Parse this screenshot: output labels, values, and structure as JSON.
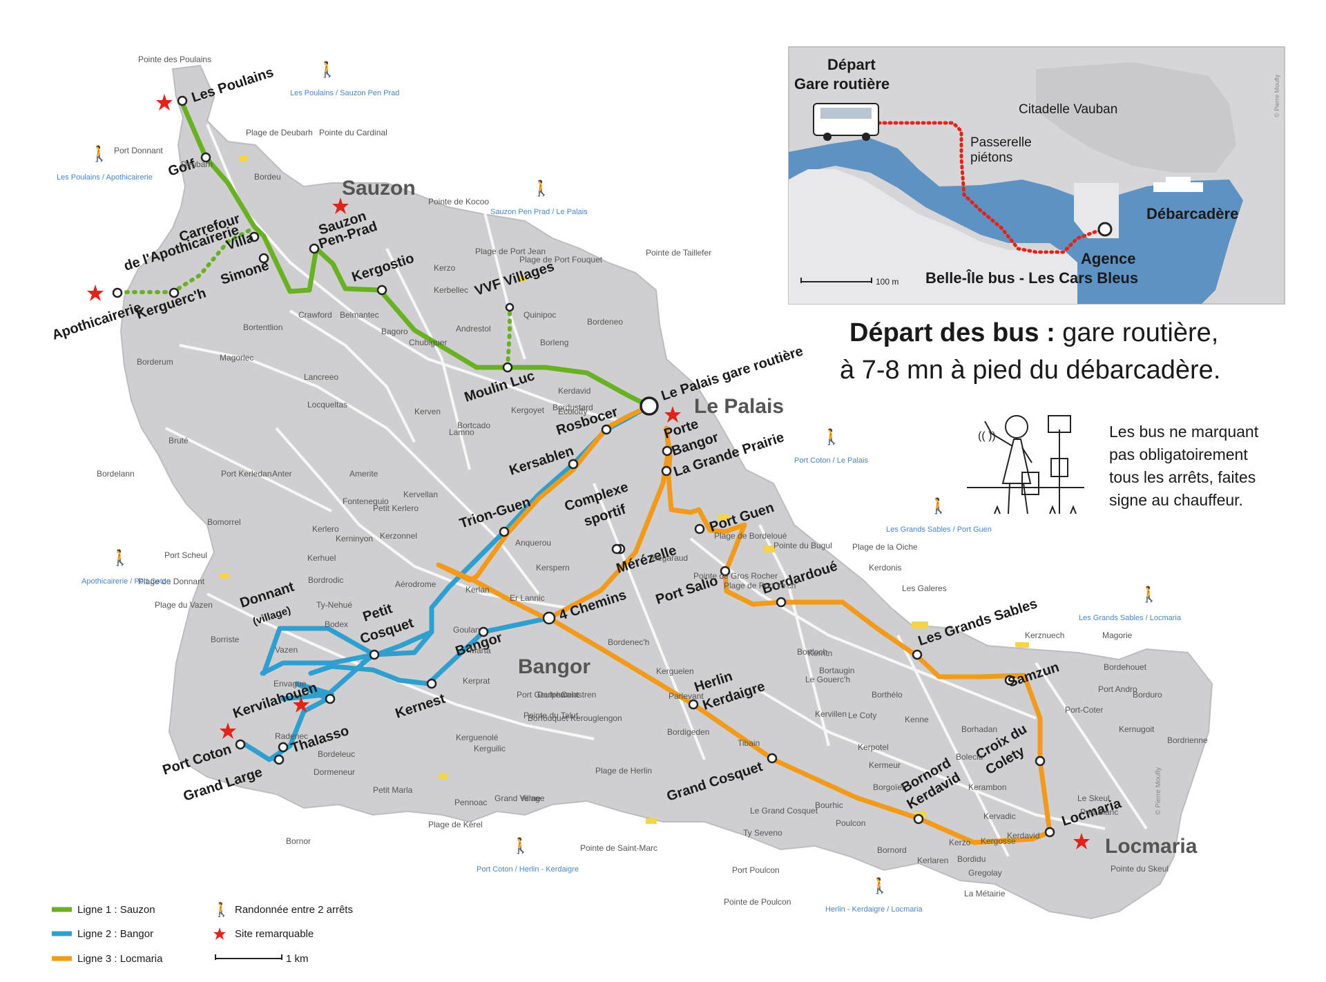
{
  "colors": {
    "line1": "#6ab023",
    "line2": "#2f9fcf",
    "line3": "#f29a1c",
    "land": "#cfcfd1",
    "road": "#ffffff",
    "beach": "#f5d547",
    "star": "#e2231a",
    "hike": "#4a86c5",
    "inset_water": "#5d92c2"
  },
  "towns": {
    "sauzon": "Sauzon",
    "le_palais": "Le Palais",
    "bangor": "Bangor",
    "locmaria": "Locmaria"
  },
  "line1_stops": {
    "les_poulains": "Les Poulains",
    "golf": "Golf",
    "carrefour": "Carrefour",
    "apothicairerie_de": "de l'Apothicairerie",
    "villa": "Villa",
    "simone": "Simone",
    "apothicairerie": "Apothicairerie",
    "kerguerch": "Kerguerc'h",
    "sauzon_stop": "Sauzon",
    "pen_prad": "Pen-Prad",
    "kergostio": "Kergostio",
    "vvf": "VVF Villages",
    "moulin_luc": "Moulin Luc",
    "gare_routiere": "Le Palais gare routière"
  },
  "line2_stops": {
    "rosbocer": "Rosbocer",
    "kersablen": "Kersablen",
    "trion_guen": "Trion-Guen",
    "petit": "Petit",
    "cosquet": "Cosquet",
    "bangor_stop": "Bangor",
    "kernest": "Kernest",
    "donnant": "Donnant",
    "village": "(village)",
    "kervilahouen": "Kervilahouen",
    "thalasso": "Thalasso",
    "port_coton": "Port Coton",
    "grand_large": "Grand Large"
  },
  "line3_stops": {
    "porte": "Porte",
    "bangor3": "Bangor",
    "grande_prairie": "La Grande Prairie",
    "complexe": "Complexe",
    "sportif": "sportif",
    "port_guen": "Port Guen",
    "merezelle": "Mérézelle",
    "port_salio": "Port Salio",
    "bordardoue": "Bordardoué",
    "quatre_chemins": "4 Chemins",
    "grands_sables": "Les Grands Sables",
    "samzun": "Samzun",
    "herlin": "Herlin",
    "kerdaigre": "Kerdaigre",
    "croix_du": "Croix du",
    "colety": "Colety",
    "grand_cosquet": "Grand Cosquet",
    "bornord": "Bornord",
    "kerdavid": "Kerdavid",
    "locmaria_stop": "Locmaria"
  },
  "places": [
    "Pointe des Poulains",
    "Port Donnant",
    "Deubarh",
    "Plage de Deubarh",
    "Pointe du Cardinal",
    "Pointe de Kocoo",
    "Plage de Port Jean",
    "Plage de Port Fouquet",
    "Pointe de Taillefer",
    "Bordeu",
    "Kerzo",
    "Kerbellec",
    "Quinipoc",
    "Bordeneo",
    "Borleng",
    "Andrestol",
    "Bortentlion",
    "Magorlec",
    "Borderum",
    "Crawford",
    "Belmantec",
    "Bagoro",
    "Chubiguer",
    "Lancreeo",
    "Locqueltas",
    "Kerven",
    "Lamno",
    "Bortcado",
    "Kerdavid",
    "Kergoyet",
    "Bordustard",
    "Ecoloffy",
    "Bruté",
    "Bordelann",
    "Port Kerledan",
    "Bomorrel",
    "Anter",
    "Amerite",
    "Fonteneguio",
    "Kervellan",
    "Petit Kerlero",
    "Kerzonnel",
    "Kerninyon",
    "Kerlero",
    "Kerhuel",
    "Bordrodic",
    "Aérodrome",
    "Port Scheul",
    "Plage de Donnant",
    "Plage du Vazen",
    "Ty-Nehué",
    "Bodex",
    "Borriste",
    "Vazen",
    "Envague",
    "Radenec",
    "Bordeleuc",
    "Dormeneur",
    "Port Goulphar",
    "Pointe du Talut",
    "Bornor",
    "Petit Marla",
    "Kerlan",
    "Er Lannic",
    "Kerspern",
    "Anquerou",
    "Goulan",
    "Marta",
    "Kerprat",
    "Dortrement",
    "Borfouquet",
    "Calastren",
    "Kerouglengon",
    "Kerguenolé",
    "Kerguilic",
    "Bordenec'h",
    "Kerguelen",
    "Parlevant",
    "Bordigeden",
    "Pennoac",
    "Grand Village",
    "Yerne",
    "Plage de Herlin",
    "Plage de Kérel",
    "Pointe de Saint-Marc",
    "Port Poulcon",
    "Pointe de Poulcon",
    "Le Grand Cosquet",
    "Ty Seveno",
    "Bourhic",
    "Poulcon",
    "Bornord",
    "Kerlaren",
    "Bordidu",
    "Kerzo",
    "Kervadic",
    "Kergosse",
    "Kerdavid",
    "Kerambon",
    "Boleclu",
    "Borhadan",
    "Borthélo",
    "Le Coty",
    "Kenne",
    "Kermeur",
    "Borgoïet",
    "Kerpotel",
    "Kervillen",
    "Tibain",
    "Kerntn",
    "Bortaugin",
    "Le Gouerc'h",
    "Bortloch",
    "Bégaraud",
    "Plage de Bordeloué",
    "Pointe de Gros Rocher",
    "Plage de Port Yo'ch",
    "Pointe du Bugul",
    "Plage de la Oiche",
    "Kerdonis",
    "Les Galeres",
    "Kerznuech",
    "Magorie",
    "Bordehouet",
    "Port Andro",
    "Borduro",
    "Kernugoit",
    "Bordrienne",
    "Port-Coter",
    "Le Skeul",
    "Port Blanc",
    "La Métairie",
    "Gregolay",
    "Pointe du Skeul"
  ],
  "hikes": {
    "h1": "Les Poulains / Sauzon Pen Prad",
    "h2": "Les Poulains / Apothicairerie",
    "h3": "Sauzon Pen Prad / Le Palais",
    "h4": "Port Coton / Le Palais",
    "h5": "Apothicairerie / Port Coton",
    "h6": "Les Grands Sables / Port Guen",
    "h7": "Les Grands Sables / Locmaria",
    "h8": "Port Coton / Herlin - Kerdaigre",
    "h9": "Herlin - Kerdaigre / Locmaria"
  },
  "inset": {
    "depart": "Départ",
    "gare": "Gare routière",
    "citadelle": "Citadelle Vauban",
    "passerelle": "Passerelle",
    "pietons": "piétons",
    "debarcadere": "Débarcadère",
    "agence": "Agence",
    "agence_name": "Belle-Île bus - Les Cars Bleus",
    "scale": "100 m"
  },
  "headline": {
    "bold": "Départ des bus :",
    "rest": " gare routière,",
    "line2": "à 7-8 mn à pied du débarcadère."
  },
  "note": [
    "Les bus ne marquant",
    "pas obligatoirement",
    "tous les arrêts, faites",
    "signe au chauffeur."
  ],
  "legend": {
    "line1": "Ligne 1 : Sauzon",
    "line2": "Ligne 2 : Bangor",
    "line3": "Ligne 3 : Locmaria",
    "hike": "Randonnée entre 2 arrêts",
    "site": "Site remarquable",
    "scale": "1 km"
  },
  "credit": "© Pierre Moufly"
}
